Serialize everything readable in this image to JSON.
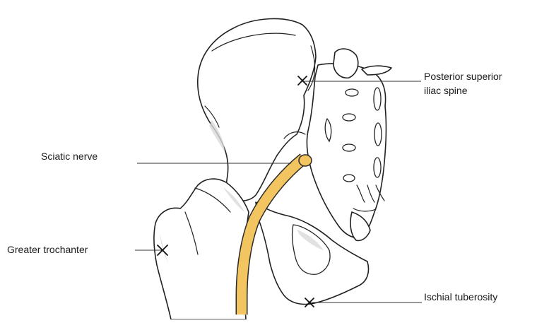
{
  "labels": {
    "posterior_superior_line1": "Posterior superior",
    "posterior_superior_line2": "iliac spine",
    "sciatic_nerve": "Sciatic nerve",
    "greater_trochanter": "Greater trochanter",
    "ischial_tuberosity": "Ischial tuberosity"
  },
  "colors": {
    "nerve_fill": "#F2C560",
    "nerve_outline": "#2a2a2a",
    "line_art": "#222222",
    "background": "#FFFFFF"
  },
  "markers": {
    "symbol": "cross-mark-icon"
  }
}
